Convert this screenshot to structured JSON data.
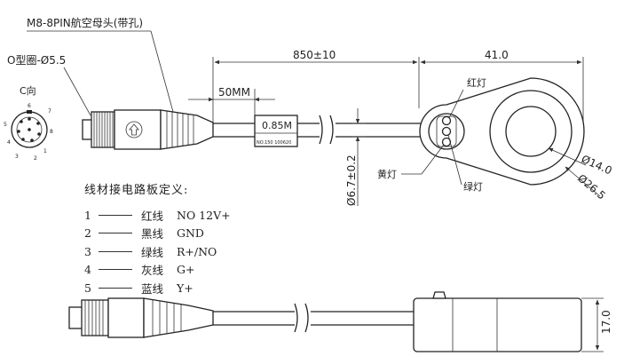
{
  "connector": {
    "title": "M8-8PIN航空母头(带孔)",
    "oring": "O型圈-Ø5.5",
    "view": "C向",
    "pin_numbers": [
      "1",
      "2",
      "3",
      "4",
      "5",
      "6",
      "7",
      "8"
    ]
  },
  "dimensions": {
    "cable_length": "850±10",
    "sleeve_offset": "50MM",
    "label_length": "0.85M",
    "label_code": "NO.150 100620",
    "cable_diameter": "Ø6.7±0.2",
    "head_width": "41.0",
    "lens_inner": "Ø14.0",
    "lens_outer": "Ø26.5",
    "height": "17.0"
  },
  "leds": {
    "red": "红灯",
    "yellow": "黄灯",
    "green": "绿灯"
  },
  "wiring": {
    "title": "线材接电路板定义:",
    "rows": [
      {
        "pin": "1",
        "color": "红线",
        "signal": "NO 12V+"
      },
      {
        "pin": "2",
        "color": "黑线",
        "signal": "GND"
      },
      {
        "pin": "3",
        "color": "绿线",
        "signal": "R+/NO"
      },
      {
        "pin": "4",
        "color": "灰线",
        "signal": "G+"
      },
      {
        "pin": "5",
        "color": "蓝线",
        "signal": "Y+"
      }
    ]
  }
}
